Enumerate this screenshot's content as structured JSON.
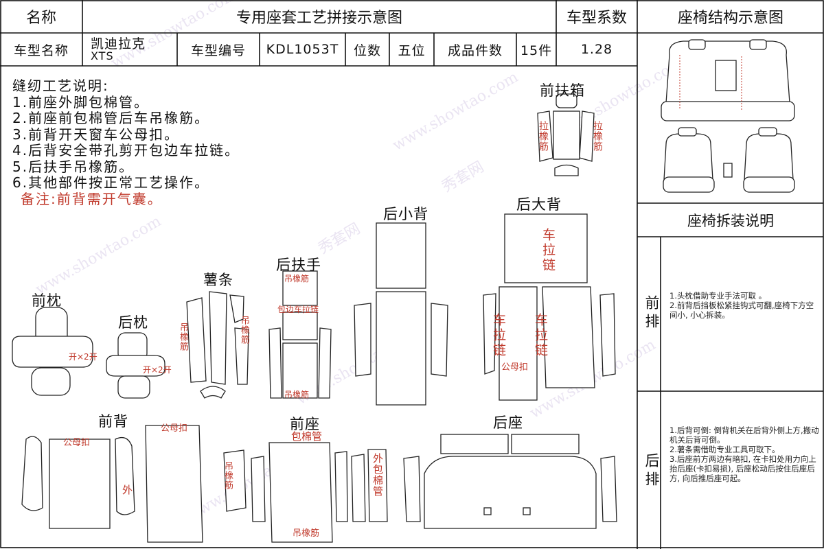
{
  "header": {
    "name_label": "名称",
    "title": "专用座套工艺拼接示意图",
    "coef_label": "车型系数",
    "structure_title": "座椅结构示意图"
  },
  "info_row": {
    "model_name_label": "车型名称",
    "model_name_value_line1": "凯迪拉克",
    "model_name_value_line2": "XTS",
    "model_no_label": "车型编号",
    "model_no_value": "KDL1053T",
    "seats_label": "位数",
    "seats_value": "五位",
    "pieces_label": "成品件数",
    "pieces_value": "15件",
    "coef_value": "1.28"
  },
  "instructions": {
    "title": "缝纫工艺说明:",
    "items": [
      "1.前座外脚包棉管。",
      "2.前座前包棉管后车吊橡筋。",
      "3.前背开天窗车公母扣。",
      "4.后背安全带孔剪开包边车拉链。",
      "5.后扶手吊橡筋。",
      "6.其他部件按正常工艺操作。"
    ],
    "note": "备注:前背需开气囊。"
  },
  "parts": {
    "front_armrest_box": "前扶箱",
    "rear_small_back": "后小背",
    "rear_big_back": "后大背",
    "rear_armrest": "后扶手",
    "strip": "薯条",
    "front_headrest": "前枕",
    "rear_headrest": "后枕",
    "front_back": "前背",
    "front_seat": "前座",
    "rear_seat": "后座"
  },
  "annotations": {
    "la_xiang_jin": "拉橡筋",
    "che_la_lian": "车拉链",
    "gong_mu_kou": "公母扣",
    "diao_xiang_jin": "吊橡筋",
    "bao_bian_che_la_lian": "包边车拉链",
    "kai_x2_a": "开×2开",
    "kai_x2_b": "开×2开",
    "wai": "外",
    "bao_mian_guan": "包棉管",
    "wai_bao_mian_guan": "外包棉管"
  },
  "disassembly": {
    "title": "座椅拆装说明",
    "front_row_label": "前排",
    "front_row_notes": [
      "1.头枕借助专业手法可取 。",
      "2.前背后挡板松紧挂钩式可翻,座椅下方空间小, 小心拆装。"
    ],
    "rear_row_label": "后排",
    "rear_row_notes": [
      "1.后背可倒: 倒背机关在后背外侧上方,搬动机关后背可倒。",
      "2.薯条需借助专业工具可取下。",
      "3.后座前方两边有暗扣, 在卡扣处用力向上抬后座(卡扣易损), 后座松动后按住后座后方, 向后推后座可起。"
    ]
  },
  "watermark": {
    "url": "www.showtao.com",
    "brand": "秀套网"
  },
  "colors": {
    "annotation_red": "#c0392b",
    "line": "#222222"
  }
}
